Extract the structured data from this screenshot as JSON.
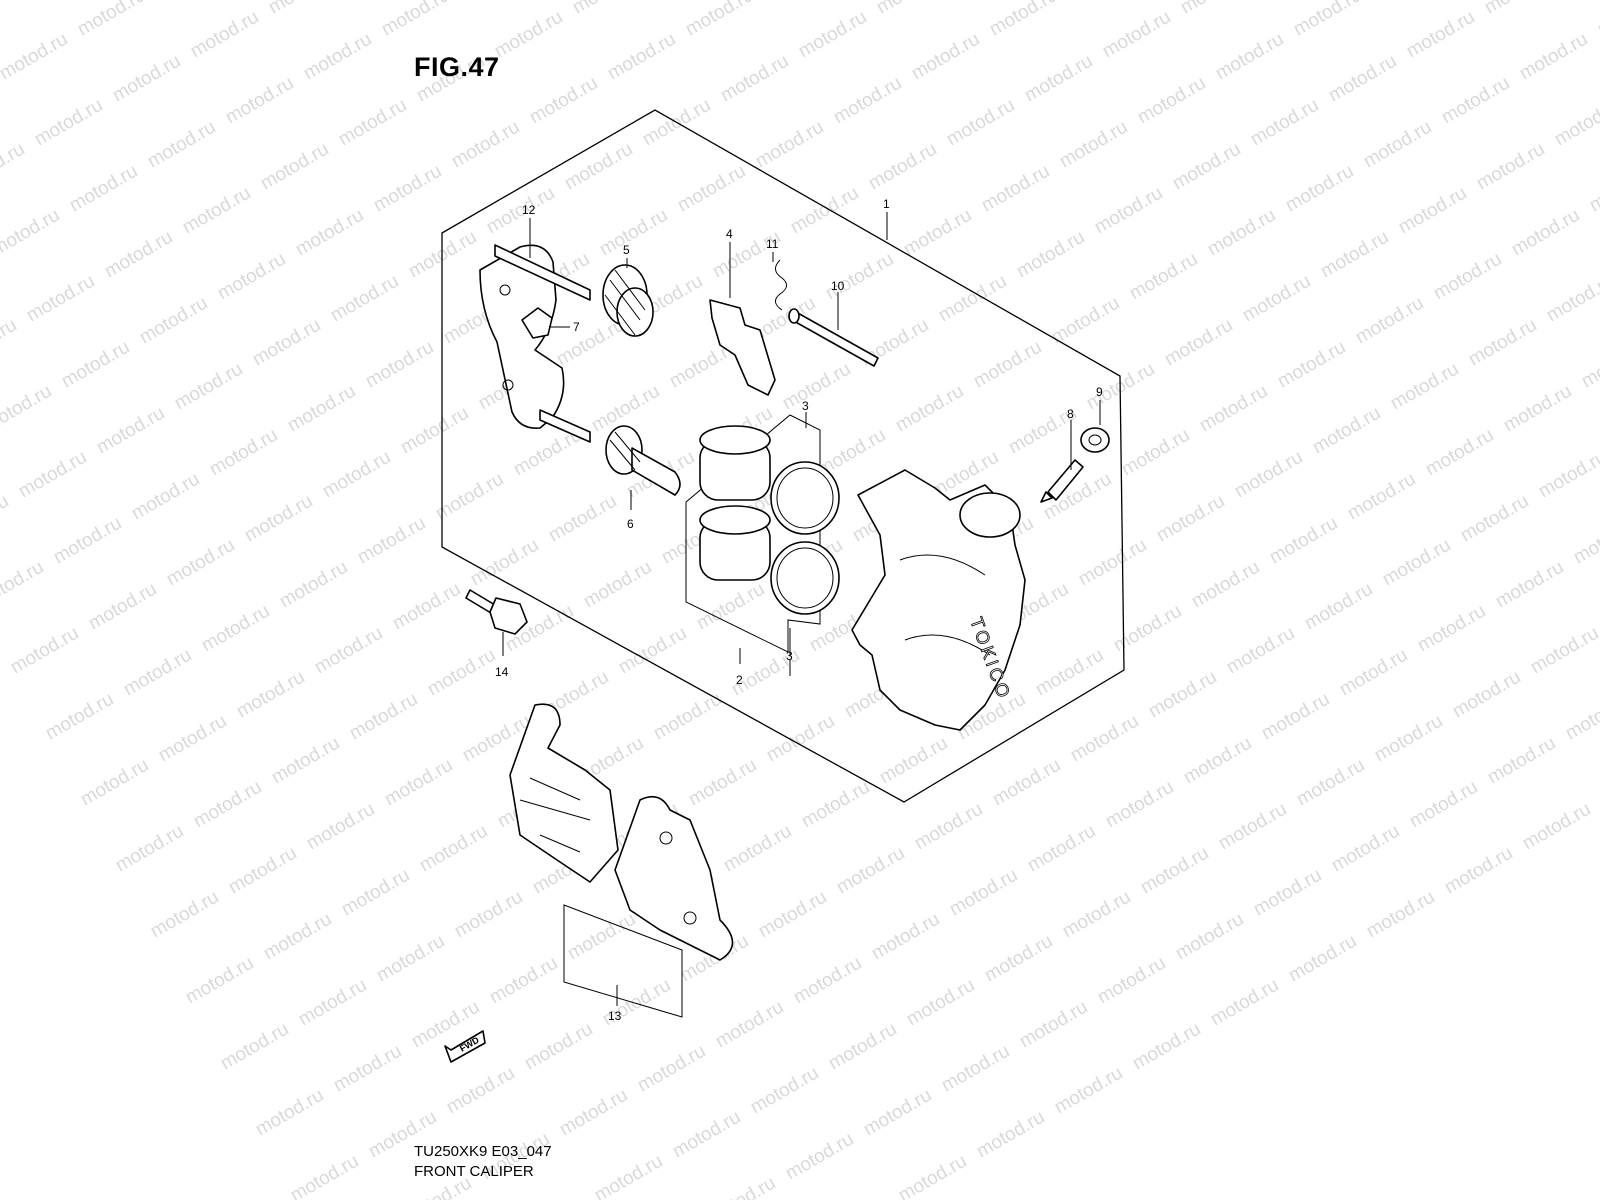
{
  "figure": {
    "title": "FIG.47"
  },
  "watermark": {
    "text": "motod.ru"
  },
  "caption": {
    "model_code": "TU250XK9 E03_047",
    "name": "FRONT CALIPER"
  },
  "fwd_label": "FWD",
  "caliper_brand": "TOKICO",
  "callouts": [
    {
      "id": "c1",
      "label": "1"
    },
    {
      "id": "c2",
      "label": "2"
    },
    {
      "id": "c3a",
      "label": "3"
    },
    {
      "id": "c3b",
      "label": "3"
    },
    {
      "id": "c4",
      "label": "4"
    },
    {
      "id": "c5",
      "label": "5"
    },
    {
      "id": "c6",
      "label": "6"
    },
    {
      "id": "c7",
      "label": "7"
    },
    {
      "id": "c8",
      "label": "8"
    },
    {
      "id": "c9",
      "label": "9"
    },
    {
      "id": "c10",
      "label": "10"
    },
    {
      "id": "c11",
      "label": "11"
    },
    {
      "id": "c12",
      "label": "12"
    },
    {
      "id": "c13",
      "label": "13"
    },
    {
      "id": "c14",
      "label": "14"
    }
  ]
}
